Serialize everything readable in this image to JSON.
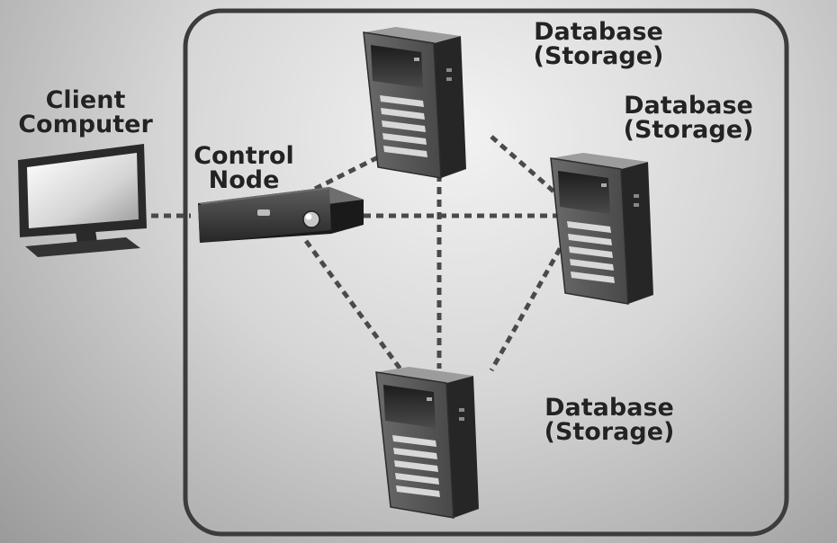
{
  "nodes": {
    "client": {
      "line1": "Client",
      "line2": "Computer"
    },
    "control": {
      "line1": "Control",
      "line2": "Node"
    },
    "db_top": {
      "line1": "Database",
      "line2": "(Storage)"
    },
    "db_right": {
      "line1": "Database",
      "line2": "(Storage)"
    },
    "db_bottom": {
      "line1": "Database",
      "line2": "(Storage)"
    }
  },
  "connections": [
    [
      "client",
      "control"
    ],
    [
      "control",
      "db_top"
    ],
    [
      "control",
      "db_right"
    ],
    [
      "control",
      "db_bottom"
    ],
    [
      "db_top",
      "db_right"
    ],
    [
      "db_top",
      "db_bottom"
    ],
    [
      "db_right",
      "db_bottom"
    ]
  ],
  "colors": {
    "frame": "#3c3c3c",
    "connector": "#4a4a4a",
    "label": "#232323"
  }
}
